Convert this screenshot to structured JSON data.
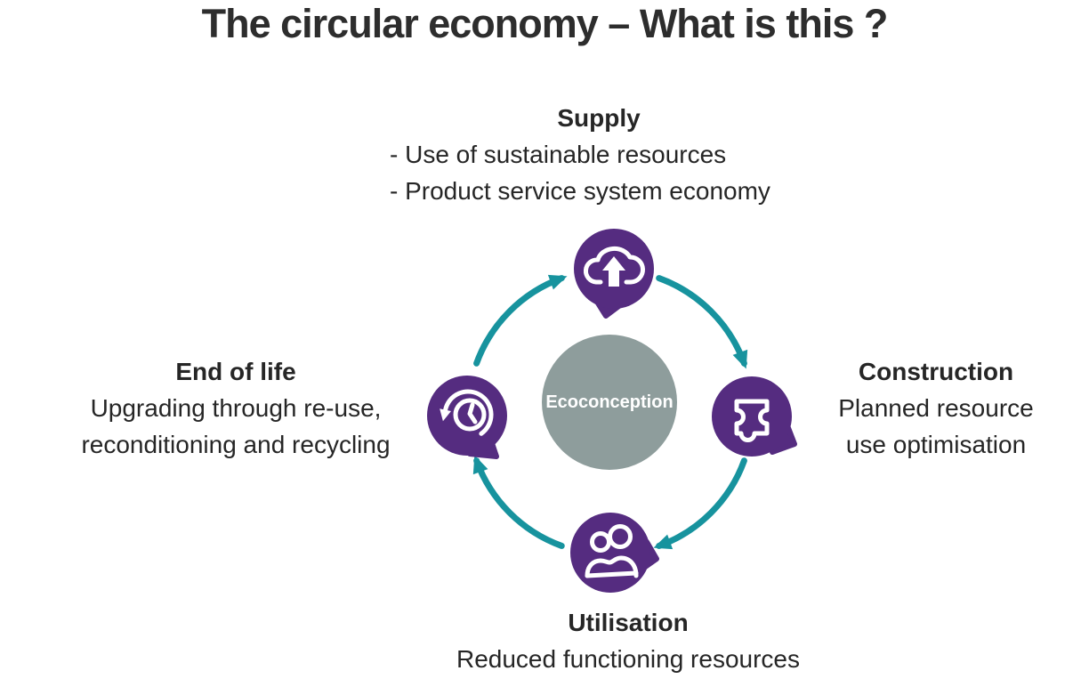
{
  "title": "The circular economy – What is this ?",
  "colors": {
    "purple": "#552C80",
    "teal": "#17939E",
    "center_gray": "#8E9D9C",
    "text": "#262626"
  },
  "cycle": {
    "center_label": "Ecoconception",
    "flow_direction": "clockwise",
    "nodes": [
      {
        "id": "supply",
        "position": "top",
        "icon": "cloud-upload-icon",
        "heading": "Supply",
        "lines": [
          "- Use of sustainable resources",
          "- Product service system economy"
        ]
      },
      {
        "id": "construction",
        "position": "right",
        "icon": "puzzle-icon",
        "heading": "Construction",
        "lines": [
          "Planned resource",
          "use optimisation"
        ]
      },
      {
        "id": "utilisation",
        "position": "bottom",
        "icon": "people-icon",
        "heading": "Utilisation",
        "lines": [
          "Reduced functioning resources"
        ]
      },
      {
        "id": "end_of_life",
        "position": "left",
        "icon": "history-icon",
        "heading": "End of life",
        "lines": [
          "Upgrading through re-use,",
          "reconditioning and recycling"
        ]
      }
    ]
  }
}
